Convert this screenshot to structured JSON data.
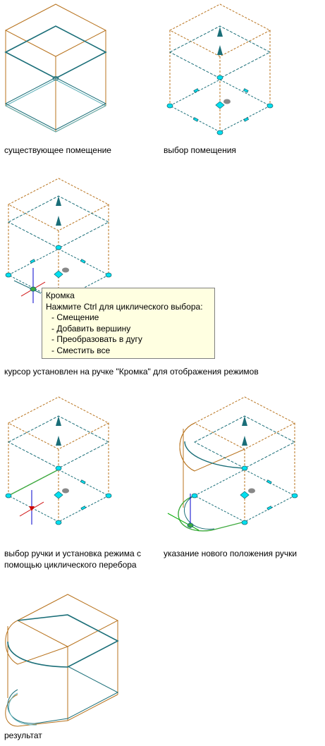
{
  "captions": {
    "existing": "существующее помещение",
    "select": "выбор помещения",
    "cursor": "курсор установлен на ручке \"Кромка\" для отображения режимов",
    "cycle": "выбор ручки и установка режима с помощью циклического перебора",
    "new_position": "указание нового положения ручки",
    "result": "результат"
  },
  "tooltip": {
    "title": "Кромка",
    "hint": "Нажмите Ctrl для циклического выбора:",
    "items": [
      "- Смещение",
      "- Добавить вершину",
      "- Преобразовать в дугу",
      "- Сместить все"
    ]
  },
  "colors": {
    "outline": "#b8731e",
    "floor": "#1a6e78",
    "floor_light": "#5db0b8",
    "grip": "#00e0f0",
    "arrow": "#1a6e78",
    "axis_x": "#cc0000",
    "axis_y": "#0000cc",
    "axis_z": "#00aa00",
    "tooltip_bg": "#ffffe1"
  }
}
